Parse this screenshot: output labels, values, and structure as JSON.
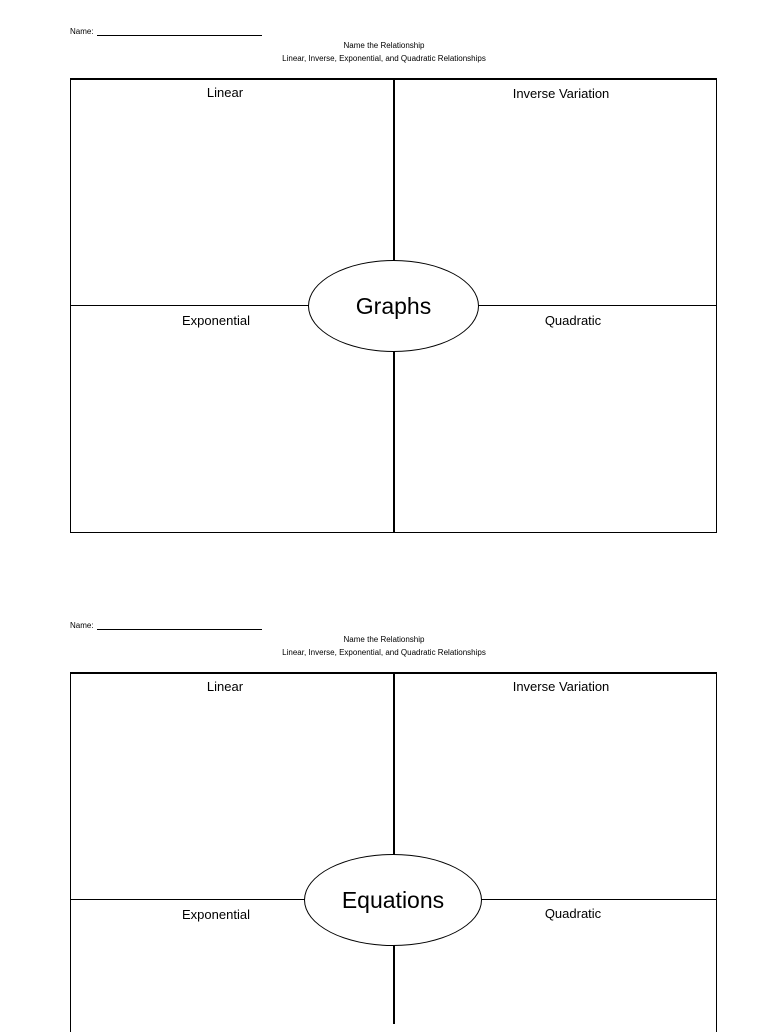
{
  "worksheets": [
    {
      "name_label": "Name:",
      "title": "Name the Relationship",
      "subtitle": "Linear, Inverse, Exponential, and Quadratic Relationships",
      "center_label": "Graphs",
      "quadrants": {
        "top_left": "Linear",
        "top_right": "Inverse Variation",
        "bottom_left": "Exponential",
        "bottom_right": "Quadratic"
      }
    },
    {
      "name_label": "Name:",
      "title": "Name the Relationship",
      "subtitle": "Linear, Inverse, Exponential, and Quadratic Relationships",
      "center_label": "Equations",
      "quadrants": {
        "top_left": "Linear",
        "top_right": "Inverse Variation",
        "bottom_left": "Exponential",
        "bottom_right": "Quadratic"
      }
    }
  ]
}
